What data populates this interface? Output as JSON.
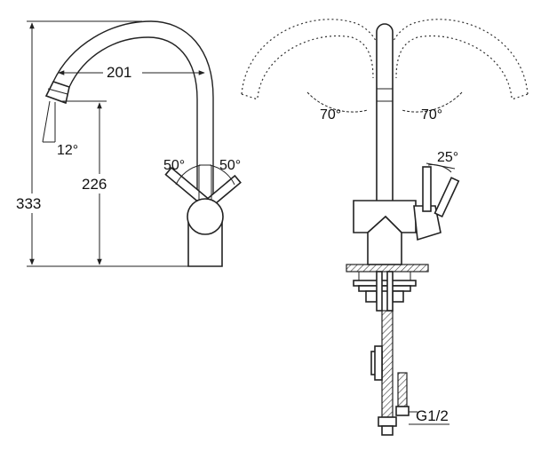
{
  "dimensions": {
    "spout_reach": "201",
    "spout_height": "226",
    "total_height": "333"
  },
  "angles": {
    "spout_tilt": "12°",
    "handle_left": "50°",
    "handle_right": "50°",
    "swivel_left": "70°",
    "swivel_right": "70°",
    "handle_lift": "25°"
  },
  "connection": {
    "thread": "G1/2"
  }
}
